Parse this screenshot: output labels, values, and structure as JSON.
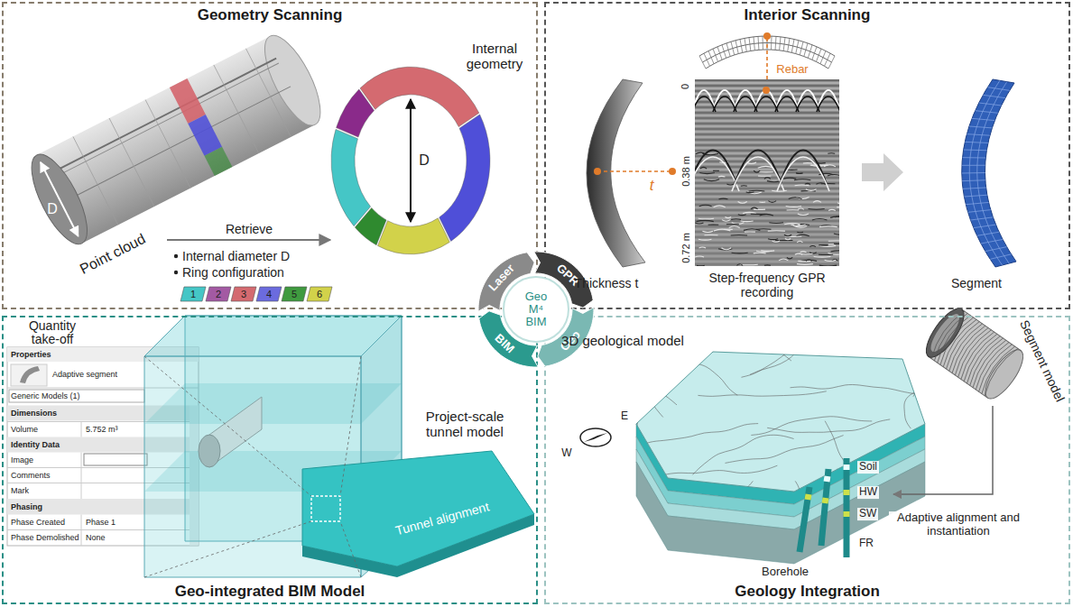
{
  "diagram": {
    "nodes": [
      {
        "text": [
          "Geometry Scanning"
        ]
      },
      {
        "text": [
          "Interior Scanning"
        ]
      },
      {
        "text": [
          "Geo-integrated BIM Model"
        ]
      },
      {
        "text": [
          "Geology Integration"
        ]
      },
      {
        "text": [
          "Geo",
          "M⁴",
          "BIM"
        ]
      },
      {
        "text": [
          "Laser"
        ]
      },
      {
        "text": [
          "GPR"
        ]
      },
      {
        "text": [
          "BIM"
        ]
      },
      {
        "text": [
          "Geo"
        ]
      }
    ],
    "labels": [
      "D",
      "Point cloud",
      "Internal geometry",
      "D",
      "Retrieve",
      "Internal diameter D",
      "Ring configuration",
      "1",
      "2",
      "3",
      "4",
      "5",
      "6",
      "Rebar",
      "0",
      "0.38 m",
      "0.72 m",
      "t",
      "Thickness t",
      "Step-frequency GPR recording",
      "Segment",
      "Quantity take-off",
      "Properties",
      "Adaptive segment",
      "Generic Models (1)",
      "Dimensions",
      "Volume",
      "5.752 m³",
      "Identity Data",
      "Image",
      "Comments",
      "Mark",
      "Phasing",
      "Phase Created",
      "Phase 1",
      "Phase Demolished",
      "None",
      "Project-scale tunnel model",
      "Tunnel alignment",
      "3D geological model",
      "W",
      "E",
      "Soil",
      "HW",
      "SW",
      "FR",
      "Borehole",
      "Segment model",
      "Adaptive alignment and instantiation"
    ]
  }
}
